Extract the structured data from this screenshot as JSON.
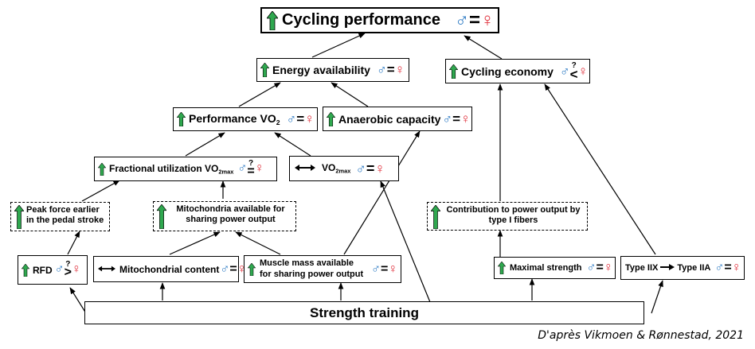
{
  "boxes": {
    "cycling_performance": {
      "label": "Cycling performance",
      "left_sex": "♂",
      "relation": "=",
      "right_sex": "♀"
    },
    "energy_availability": {
      "label": "Energy availability",
      "left_sex": "♂",
      "relation": "=",
      "right_sex": "♀"
    },
    "cycling_economy": {
      "label": "Cycling economy",
      "left_sex": "♂",
      "relation": "<",
      "right_sex": "♀",
      "mark": "?"
    },
    "performance_vo2": {
      "label": "Performance VO",
      "label_sub": "2",
      "left_sex": "♂",
      "relation": "=",
      "right_sex": "♀"
    },
    "anaerobic_capacity": {
      "label": "Anaerobic capacity",
      "left_sex": "♂",
      "relation": "=",
      "right_sex": "♀"
    },
    "fractional_utilization": {
      "label": "Fractional utilization VO",
      "label_sub": "2max",
      "left_sex": "♂",
      "relation": "=",
      "right_sex": "♀",
      "mark": "?"
    },
    "vo2max": {
      "label": "VO",
      "label_sub": "2max",
      "left_sex": "♂",
      "relation": "=",
      "right_sex": "♀"
    },
    "peak_force": {
      "label": "Peak force earlier in the pedal stroke"
    },
    "mitochondria_available": {
      "label": "Mitochondria available for sharing power output"
    },
    "contribution_type1": {
      "label": "Contribution to power output by type I fibers"
    },
    "rfd": {
      "label": "RFD",
      "left_sex": "♂",
      "relation": ">",
      "right_sex": "♀",
      "mark": "?"
    },
    "mitochondrial_content": {
      "label": "Mitochondrial content",
      "left_sex": "♂",
      "relation": "=",
      "right_sex": "♀"
    },
    "muscle_mass": {
      "label": "Muscle mass available for sharing power output",
      "left_sex": "♂",
      "relation": "=",
      "right_sex": "♀"
    },
    "maximal_strength": {
      "label": "Maximal strength",
      "left_sex": "♂",
      "relation": "=",
      "right_sex": "♀"
    },
    "type_shift": {
      "label_from": "Type IIX",
      "label_to": "Type IIA",
      "left_sex": "♂",
      "relation": "=",
      "right_sex": "♀"
    },
    "strength_training": {
      "label": "Strength training"
    }
  },
  "credit": "D'après Vikmoen & Rønnestad, 2021",
  "colors": {
    "arrow_up": "#2fa84f",
    "male": "#2e7bc4",
    "female": "#e0303c",
    "lines": "#000000"
  },
  "icons": {
    "increase": "green-up-arrow-icon",
    "no_change": "double-headed-arrow-icon",
    "shift": "right-arrow-icon"
  }
}
